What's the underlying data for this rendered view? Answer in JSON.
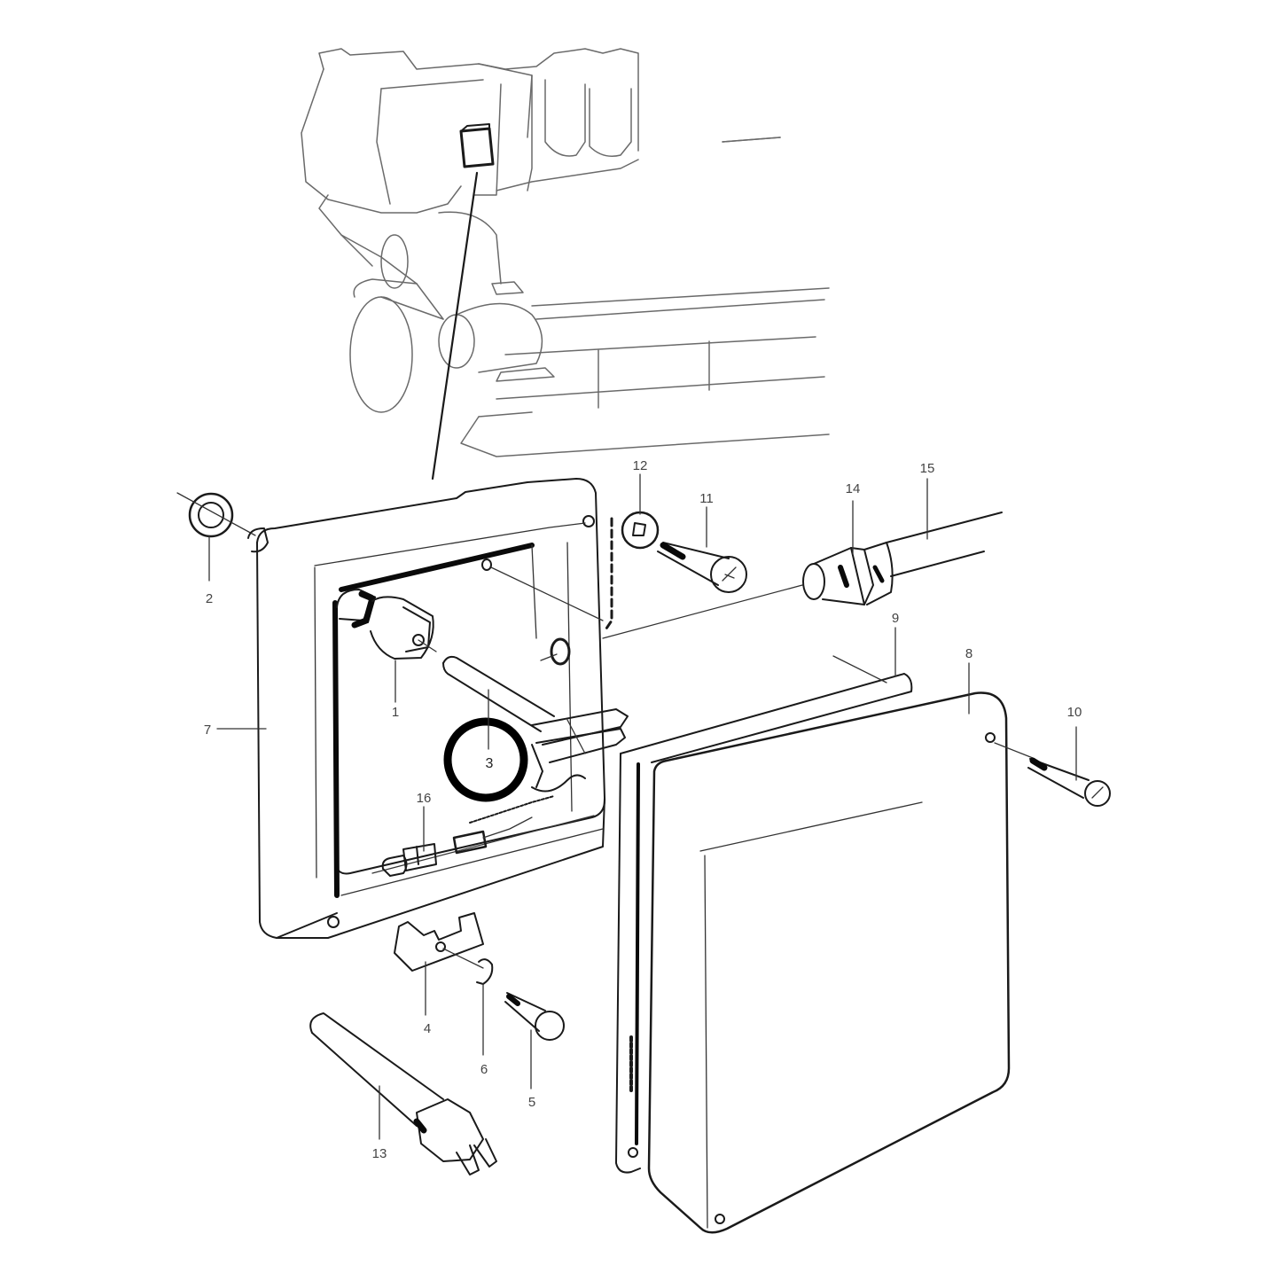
{
  "diagram": {
    "type": "exploded-parts-diagram",
    "subject": "Engine-mounted electrical junction box with cover, sensor and fittings",
    "highlighted_part": "3",
    "parts": [
      {
        "id": "1",
        "label": "1",
        "description": "cable gland / connector on box interior"
      },
      {
        "id": "2",
        "label": "2",
        "description": "washer / ring"
      },
      {
        "id": "3",
        "label": "3",
        "description": "sensor probe with bracket (circled)"
      },
      {
        "id": "4",
        "label": "4",
        "description": "clamp bracket"
      },
      {
        "id": "5",
        "label": "5",
        "description": "bolt"
      },
      {
        "id": "6",
        "label": "6",
        "description": "lock washer"
      },
      {
        "id": "7",
        "label": "7",
        "description": "junction box housing"
      },
      {
        "id": "8",
        "label": "8",
        "description": "box cover"
      },
      {
        "id": "9",
        "label": "9",
        "description": "cover gasket"
      },
      {
        "id": "10",
        "label": "10",
        "description": "cover screw"
      },
      {
        "id": "11",
        "label": "11",
        "description": "mounting screw"
      },
      {
        "id": "12",
        "label": "12",
        "description": "serrated washer"
      },
      {
        "id": "13",
        "label": "13",
        "description": "temperature sender"
      },
      {
        "id": "14",
        "label": "14",
        "description": "cable gland fitting"
      },
      {
        "id": "15",
        "label": "15",
        "description": "cable / conduit"
      },
      {
        "id": "16",
        "label": "16",
        "description": "connector terminal"
      }
    ]
  },
  "labels": {
    "p1": "1",
    "p2": "2",
    "p3": "3",
    "p4": "4",
    "p5": "5",
    "p6": "6",
    "p7": "7",
    "p8": "8",
    "p9": "9",
    "p10": "10",
    "p11": "11",
    "p12": "12",
    "p13": "13",
    "p14": "14",
    "p15": "15",
    "p16": "16"
  }
}
